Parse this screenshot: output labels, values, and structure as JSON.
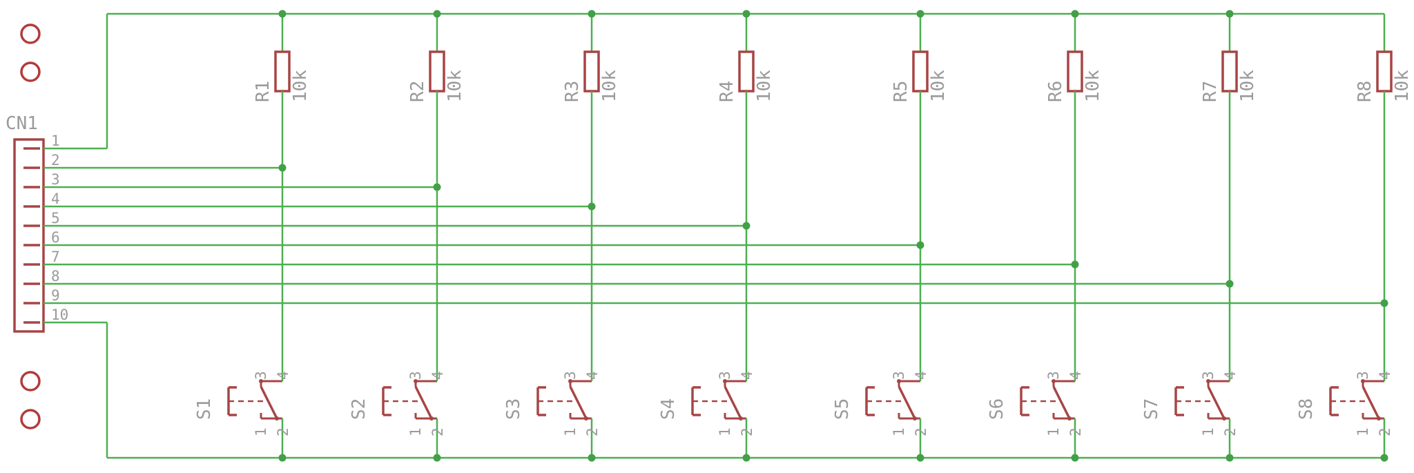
{
  "connector": {
    "ref": "CN1",
    "pins": [
      "1",
      "2",
      "3",
      "4",
      "5",
      "6",
      "7",
      "8",
      "9",
      "10"
    ]
  },
  "resistors": [
    {
      "ref": "R1",
      "value": "10k"
    },
    {
      "ref": "R2",
      "value": "10k"
    },
    {
      "ref": "R3",
      "value": "10k"
    },
    {
      "ref": "R4",
      "value": "10k"
    },
    {
      "ref": "R5",
      "value": "10k"
    },
    {
      "ref": "R6",
      "value": "10k"
    },
    {
      "ref": "R7",
      "value": "10k"
    },
    {
      "ref": "R8",
      "value": "10k"
    }
  ],
  "switches": [
    {
      "ref": "S1",
      "pins": [
        "1",
        "2",
        "3",
        "4"
      ]
    },
    {
      "ref": "S2",
      "pins": [
        "1",
        "2",
        "3",
        "4"
      ]
    },
    {
      "ref": "S3",
      "pins": [
        "1",
        "2",
        "3",
        "4"
      ]
    },
    {
      "ref": "S4",
      "pins": [
        "1",
        "2",
        "3",
        "4"
      ]
    },
    {
      "ref": "S5",
      "pins": [
        "1",
        "2",
        "3",
        "4"
      ]
    },
    {
      "ref": "S6",
      "pins": [
        "1",
        "2",
        "3",
        "4"
      ]
    },
    {
      "ref": "S7",
      "pins": [
        "1",
        "2",
        "3",
        "4"
      ]
    },
    {
      "ref": "S8",
      "pins": [
        "1",
        "2",
        "3",
        "4"
      ]
    }
  ],
  "colors": {
    "wire": "#4caf50",
    "symbol": "#a74545",
    "text": "#9a9a9a"
  }
}
